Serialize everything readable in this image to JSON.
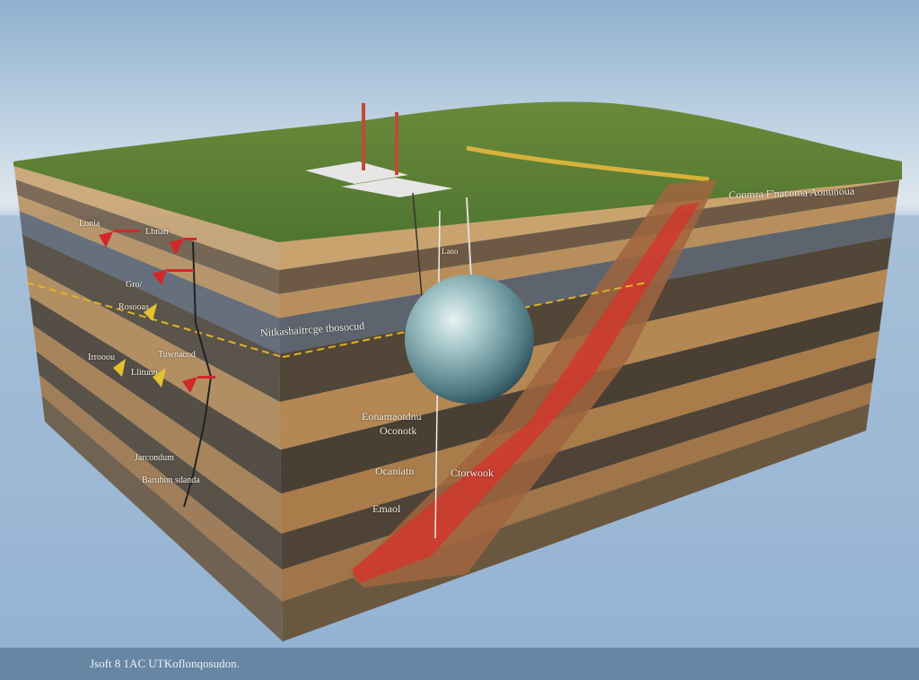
{
  "labels": {
    "right_top": "Conmra F'nacoma Aonunoua",
    "gray_layer": "Nitkashaitrcge tbosocud",
    "mid_upper": "Eonamaotdnu",
    "mid_upper2": "Oconotk",
    "mid_lower": "Ocaniatn",
    "fault": "Ctorwook",
    "bottom": "Emaol",
    "well_note": "Lano",
    "left_1": "Lonia",
    "left_2": "Lbnan",
    "left_3": "Gro/",
    "left_4": "Rosooas",
    "left_5": "Irrooou",
    "left_6": "Tuwnacod",
    "left_7": "Llituno",
    "left_8": "Jarcondum",
    "left_9": "Baruhon sdanda"
  },
  "footer": {
    "caption": "Jsoft 8 1AC UTKoflonqosudon."
  }
}
